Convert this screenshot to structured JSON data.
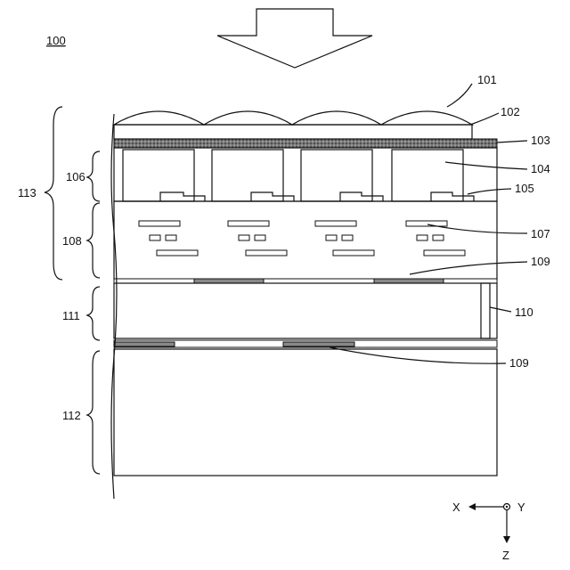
{
  "figure": {
    "title": "100",
    "labels": {
      "microlens": "101",
      "color_filter": "102",
      "planarizing": "103",
      "light_shield": "104",
      "photodiode": "105",
      "layer_106": "106",
      "wiring": "107",
      "layer_108": "108",
      "bonding_pad_top": "109",
      "via": "110",
      "layer_111": "111",
      "bonding_pad_bottom": "109",
      "layer_112": "112",
      "layer_113": "113"
    },
    "axes": {
      "x": "X",
      "y": "Y",
      "z": "Z"
    }
  },
  "colors": {
    "ink": "#111111",
    "dark_band": "#555555",
    "bg": "#ffffff"
  }
}
